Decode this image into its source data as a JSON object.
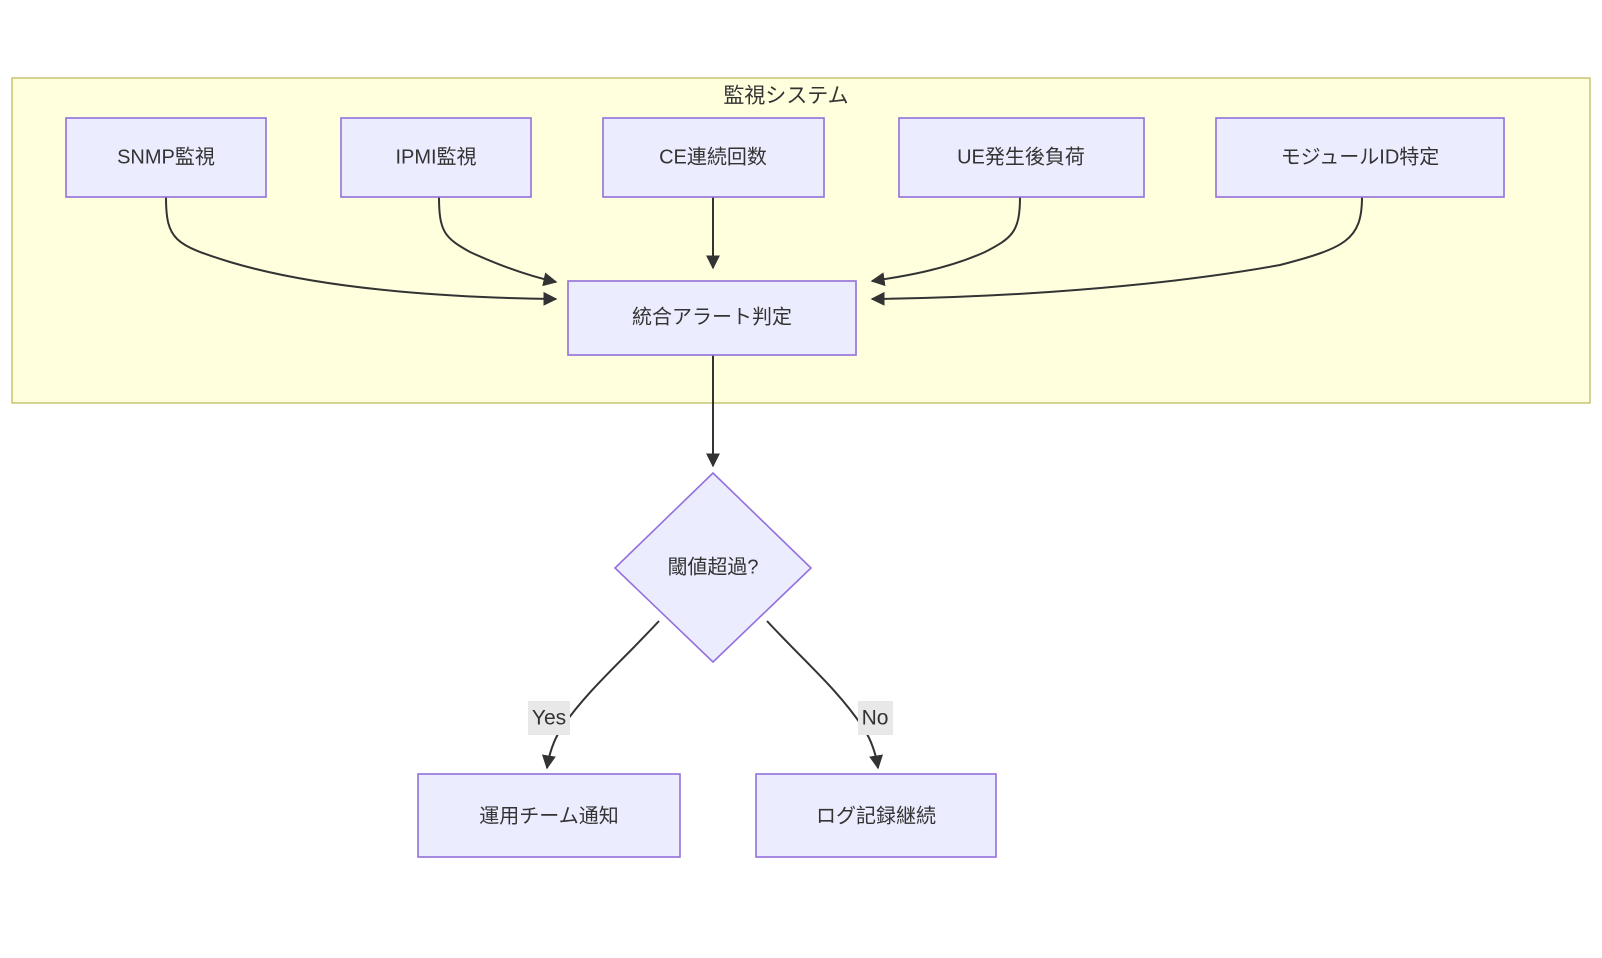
{
  "diagram": {
    "type": "flowchart",
    "direction": "top-down",
    "background_color": "#ffffff",
    "cluster": {
      "label": "監視システム",
      "fill_color": "#ffffde",
      "border_color": "#aaaa33"
    },
    "node_style": {
      "fill_color": "#ececff",
      "border_color": "#9370db",
      "text_color": "#333333"
    },
    "edge_style": {
      "line_color": "#333333",
      "label_background": "#e8e8e8"
    },
    "nodes": [
      {
        "id": "snmp",
        "label": "SNMP監視",
        "shape": "rect"
      },
      {
        "id": "ipmi",
        "label": "IPMI監視",
        "shape": "rect"
      },
      {
        "id": "ce",
        "label": "CE連続回数",
        "shape": "rect"
      },
      {
        "id": "ue",
        "label": "UE発生後負荷",
        "shape": "rect"
      },
      {
        "id": "module",
        "label": "モジュールID特定",
        "shape": "rect"
      },
      {
        "id": "alert",
        "label": "統合アラート判定",
        "shape": "rect"
      },
      {
        "id": "decision",
        "label": "閾値超過?",
        "shape": "diamond"
      },
      {
        "id": "notify",
        "label": "運用チーム通知",
        "shape": "rect"
      },
      {
        "id": "log",
        "label": "ログ記録継続",
        "shape": "rect"
      }
    ],
    "edges": [
      {
        "from": "snmp",
        "to": "alert",
        "label": ""
      },
      {
        "from": "ipmi",
        "to": "alert",
        "label": ""
      },
      {
        "from": "ce",
        "to": "alert",
        "label": ""
      },
      {
        "from": "ue",
        "to": "alert",
        "label": ""
      },
      {
        "from": "module",
        "to": "alert",
        "label": ""
      },
      {
        "from": "alert",
        "to": "decision",
        "label": ""
      },
      {
        "from": "decision",
        "to": "notify",
        "label": "Yes"
      },
      {
        "from": "decision",
        "to": "log",
        "label": "No"
      }
    ],
    "edge_labels": {
      "yes": "Yes",
      "no": "No"
    }
  }
}
